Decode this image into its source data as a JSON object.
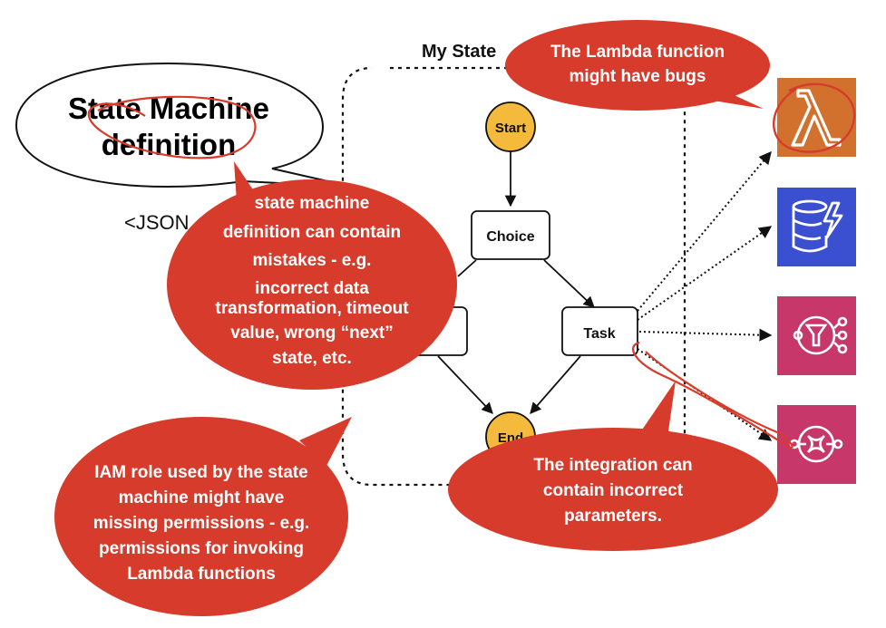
{
  "diagram": {
    "title": "My State",
    "json_label": "<JSON",
    "definition_callout": {
      "lines": [
        "State Machine",
        "definition"
      ]
    },
    "nodes": {
      "start": "Start",
      "choice": "Choice",
      "task": "Task",
      "end": "End"
    },
    "services": [
      {
        "icon": "lambda-icon",
        "color": "#D2712E"
      },
      {
        "icon": "dynamodb-icon",
        "color": "#3B4FD1"
      },
      {
        "icon": "sns-icon",
        "color": "#C7376A"
      },
      {
        "icon": "sqs-icon",
        "color": "#C7376A"
      }
    ],
    "callouts": {
      "lambda_bugs": [
        "The Lambda function",
        "might have bugs"
      ],
      "definition_mistakes": [
        "state machine",
        "definition can contain",
        "mistakes - e.g.",
        "incorrect data",
        "transformation, timeout",
        "value, wrong “next”",
        "state, etc."
      ],
      "iam_role": [
        "IAM role used by the state",
        "machine might have",
        "missing permissions - e.g.",
        "permissions for invoking",
        "Lambda functions"
      ],
      "integration": [
        "The integration can",
        "contain incorrect",
        "parameters."
      ]
    },
    "colors": {
      "callout_red": "#D63B2B",
      "start_end_fill": "#F3BA3C",
      "lambda": "#D2712E",
      "dynamodb": "#3B4FD1",
      "sns_sqs": "#C7376A"
    }
  }
}
